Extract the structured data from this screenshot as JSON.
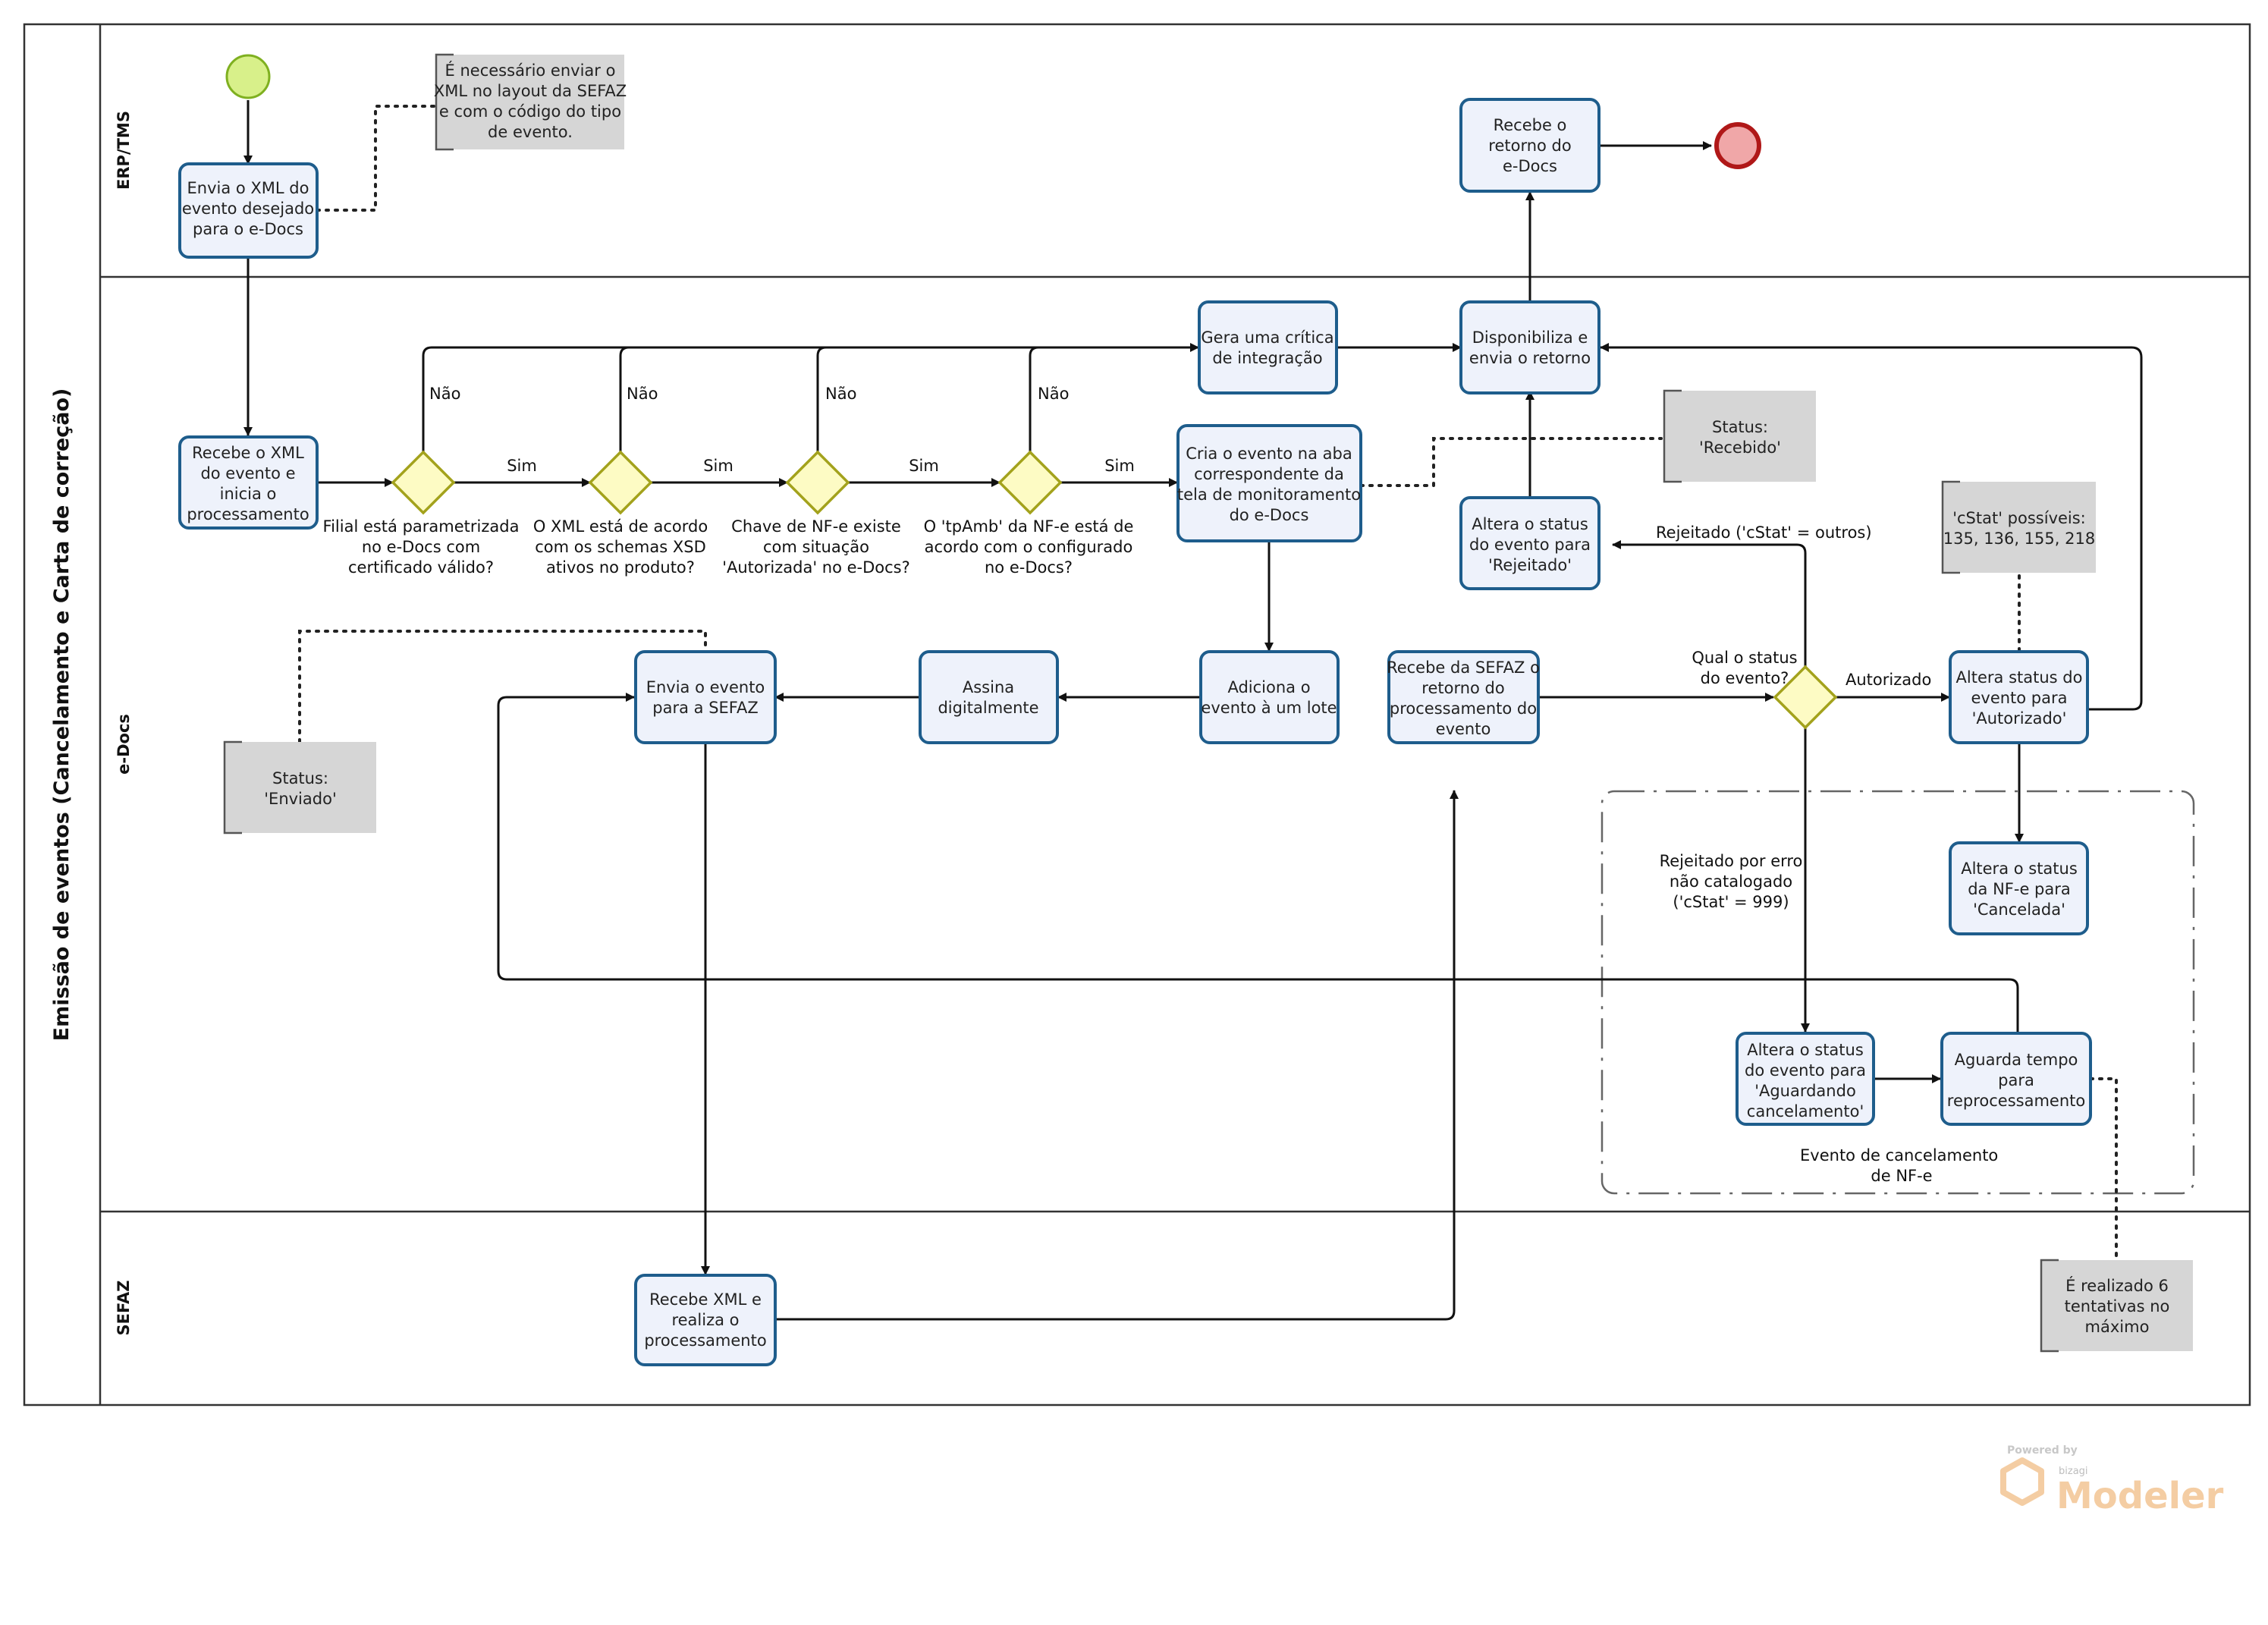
{
  "pool": {
    "title": "Emissão de eventos (Cancelamento e Carta de correção)"
  },
  "lanes": {
    "erp": "ERP/TMS",
    "edocs": "e-Docs",
    "sefaz": "SEFAZ"
  },
  "tasks": {
    "envia_xml": [
      "Envia o XML do",
      "evento desejado",
      "para o e-Docs"
    ],
    "recebe_retorno": [
      "Recebe o",
      "retorno do",
      "e-Docs"
    ],
    "recebe_xml": [
      "Recebe o XML",
      "do evento e",
      "inicia o",
      "processamento"
    ],
    "gera_critica": [
      "Gera uma crítica",
      "de integração"
    ],
    "disponibiliza": [
      "Disponibiliza e",
      "envia o retorno"
    ],
    "cria_evento": [
      "Cria o evento na aba",
      "correspondente da",
      "tela de monitoramento",
      "do e-Docs"
    ],
    "altera_rejeitado": [
      "Altera o status",
      "do evento para",
      "'Rejeitado'"
    ],
    "envia_sefaz": [
      "Envia o evento",
      "para a SEFAZ"
    ],
    "assina": [
      "Assina",
      "digitalmente"
    ],
    "adiciona_lote": [
      "Adiciona o",
      "evento à um lote"
    ],
    "recebe_sefaz": [
      "Recebe da SEFAZ o",
      "retorno do",
      "processamento do",
      "evento"
    ],
    "altera_autorizado": [
      "Altera status do",
      "evento para",
      "'Autorizado'"
    ],
    "altera_cancelada": [
      "Altera o status",
      "da NF-e para",
      "'Cancelada'"
    ],
    "altera_aguardando": [
      "Altera o status",
      "do evento para",
      "'Aguardando",
      "cancelamento'"
    ],
    "aguarda_tempo": [
      "Aguarda tempo",
      "para",
      "reprocessamento"
    ],
    "recebe_xml_sefaz": [
      "Recebe XML e",
      "realiza o",
      "processamento"
    ]
  },
  "notes": {
    "layout_sefaz": [
      "É necessário enviar o",
      "XML no layout da SEFAZ",
      "e com o código do tipo",
      "de evento."
    ],
    "status_recebido": [
      "Status:",
      "'Recebido'"
    ],
    "cstat_possiveis": [
      "'cStat' possíveis:",
      "135, 136, 155, 218"
    ],
    "status_enviado": [
      "Status:",
      "'Enviado'"
    ],
    "tentativas": [
      "É realizado 6",
      "tentativas no",
      "máximo"
    ]
  },
  "gateways": {
    "g1": [
      "Filial está parametrizada",
      "no e-Docs com",
      "certificado válido?"
    ],
    "g2": [
      "O XML está de acordo",
      "com os schemas XSD",
      "ativos no produto?"
    ],
    "g3": [
      "Chave de NF-e existe",
      "com situação",
      "'Autorizada' no e-Docs?"
    ],
    "g4": [
      "O 'tpAmb' da NF-e está de",
      "acordo com o configurado",
      "no e-Docs?"
    ],
    "g5": [
      "Qual o status",
      "do evento?"
    ]
  },
  "flow_labels": {
    "nao1": "Não",
    "nao2": "Não",
    "nao3": "Não",
    "nao4": "Não",
    "sim1": "Sim",
    "sim2": "Sim",
    "sim3": "Sim",
    "sim4": "Sim",
    "rejeitado_outros": "Rejeitado ('cStat' = outros)",
    "autorizado": "Autorizado",
    "rejeitado_999": [
      "Rejeitado por erro",
      "não catalogado",
      "('cStat' = 999)"
    ]
  },
  "group": {
    "label": [
      "Evento de cancelamento",
      "de NF-e"
    ]
  },
  "branding": {
    "powered": "Powered by",
    "bizagi": "bizagi",
    "modeler": "Modeler"
  },
  "colors": {
    "task_fill": "#eef2fb",
    "task_stroke": "#1e5d8c",
    "start_fill": "#d8f08a",
    "end_fill": "#f0a7a8",
    "gateway_fill": "#fdfbc4",
    "note_fill": "#d6d6d6"
  }
}
